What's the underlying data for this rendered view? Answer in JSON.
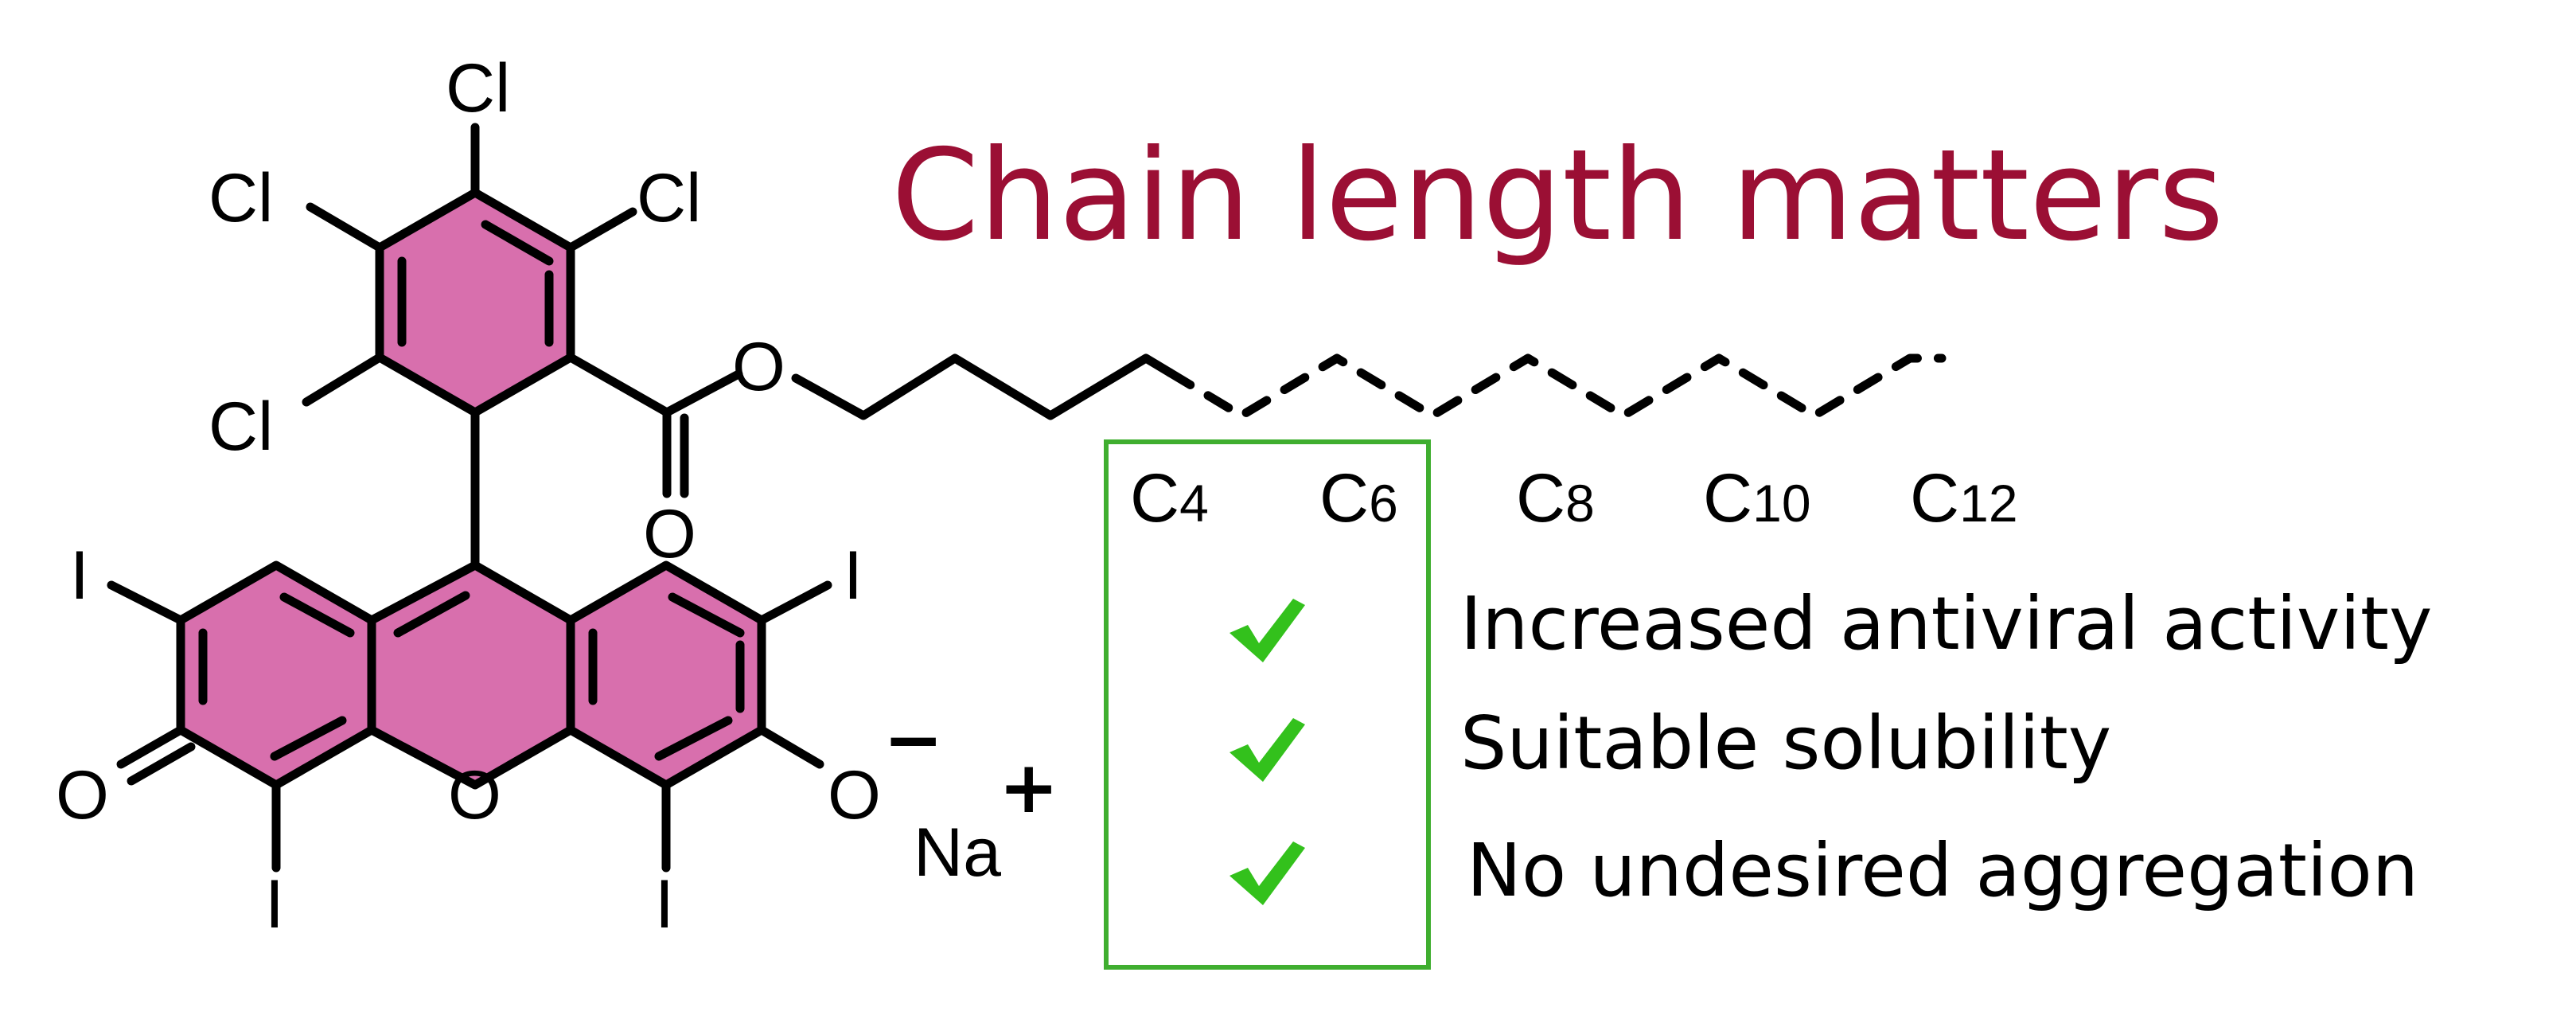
{
  "title": "Chain length matters",
  "colors": {
    "title": "#9b0f34",
    "ring_fill": "#d86fad",
    "box": "#3fae2f",
    "check": "#33c11c",
    "bonds": "#000000"
  },
  "molecule": {
    "chlorine": [
      "Cl",
      "Cl",
      "Cl",
      "Cl"
    ],
    "iodine": [
      "I",
      "I",
      "I",
      "I"
    ],
    "oxygen": [
      "O",
      "O",
      "O",
      "O",
      "O"
    ],
    "anion_charge": "−",
    "counterion": "Na",
    "cation_charge": "+"
  },
  "chain_lengths": [
    {
      "letter": "C",
      "number": "4"
    },
    {
      "letter": "C",
      "number": "6"
    },
    {
      "letter": "C",
      "number": "8"
    },
    {
      "letter": "C",
      "number": "10"
    },
    {
      "letter": "C",
      "number": "12"
    }
  ],
  "benefits": [
    "Increased antiviral activity",
    "Suitable solubility",
    "No undesired aggregation"
  ],
  "check_icons": [
    "check-icon",
    "check-icon",
    "check-icon"
  ]
}
